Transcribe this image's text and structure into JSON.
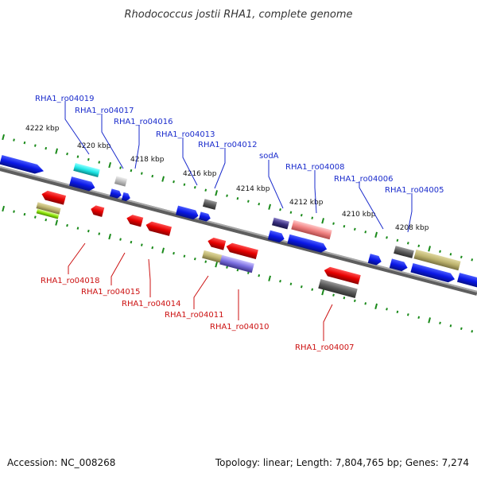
{
  "title": "Rhodococcus jostii RHA1, complete genome",
  "footer": {
    "accession": "Accession: NC_008268",
    "summary": "Topology: linear; Length: 7,804,765 bp; Genes: 7,274"
  },
  "colors": {
    "forward_label": "#1a2bcc",
    "reverse_label": "#cc1111",
    "backbone": "#7a7a7a",
    "tick": "#1a8a1a"
  },
  "scale_ticks": [
    "4222 kbp",
    "4220 kbp",
    "4218 kbp",
    "4216 kbp",
    "4214 kbp",
    "4212 kbp",
    "4210 kbp",
    "4208 kbp"
  ],
  "forward_labels": [
    "RHA1_ro04019",
    "RHA1_ro04017",
    "RHA1_ro04016",
    "RHA1_ro04013",
    "RHA1_ro04012",
    "sodA",
    "RHA1_ro04008",
    "RHA1_ro04006",
    "RHA1_ro04005"
  ],
  "reverse_labels": [
    "RHA1_ro04018",
    "RHA1_ro04015",
    "RHA1_ro04014",
    "RHA1_ro04011",
    "RHA1_ro04010",
    "RHA1_ro04007"
  ]
}
